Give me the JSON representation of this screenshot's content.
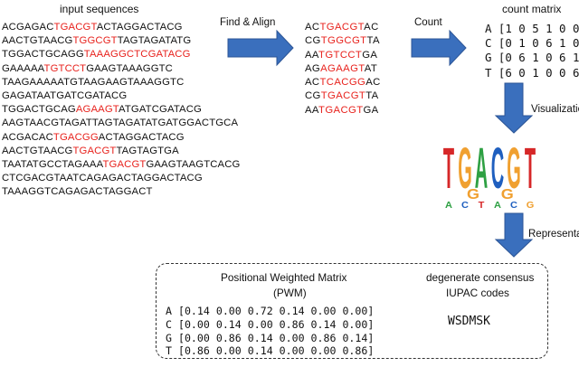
{
  "titles": {
    "input": "input sequences",
    "count_matrix": "count matrix"
  },
  "arrows": {
    "find_align": "Find & Align",
    "count": "Count",
    "visualization": "Visualization",
    "representation": "Representation"
  },
  "input_sequences": [
    [
      "ACGAGAC",
      "TGACGT",
      "ACTAGGACTACG"
    ],
    [
      "AACTGTAACG",
      "TGGCGT",
      "TAGTAGATATG"
    ],
    [
      "TGGACTGCAGG",
      "TAAAGGCTCGATACG",
      ""
    ],
    [
      "GAAAAA",
      "TGTCCT",
      "GAAGTAAAGGTC"
    ],
    [
      "TAAGAAAAATGTAAGAAGTAAAGGTC",
      "",
      ""
    ],
    [
      "GAGATAATGATCGATACG",
      "",
      ""
    ],
    [
      "TGGACTGCAG",
      "AGAAGT",
      "ATGATCGATACG"
    ],
    [
      "AAGTAACGTAGATTAGTAGATATGATGGACTGCA",
      "",
      ""
    ],
    [
      "ACGACAC",
      "TGACGG",
      "ACTAGGACTACG"
    ],
    [
      "AACTGTAACG",
      "TGACGT",
      "TAGTAGTGA"
    ],
    [
      "TAATATGCCTAGAAA",
      "TGACGT",
      "GAAGTAAGTCACG"
    ],
    [
      "CTCGACGTAATCAGAGACTAGGACTACG",
      "",
      ""
    ],
    [
      "TAAAGGTCAGAGACTAGGACT",
      "",
      ""
    ]
  ],
  "aligned_sequences": [
    [
      "AC",
      "TGACGT",
      "AC"
    ],
    [
      "CG",
      "TGGCGT",
      "TA"
    ],
    [
      "AA",
      "TGTCCT",
      "GA"
    ],
    [
      "AG",
      "AGAAGT",
      "AT"
    ],
    [
      "AC",
      "TCACGG",
      "AC"
    ],
    [
      "CG",
      "TGACGT",
      "TA"
    ],
    [
      "AA",
      "TGACGT",
      "GA"
    ]
  ],
  "count_matrix": {
    "rows": [
      {
        "base": "A",
        "values": "[1 0 5 1 0 0]"
      },
      {
        "base": "C",
        "values": "[0 1 0 6 1 0]"
      },
      {
        "base": "G",
        "values": "[0 6 1 0 6 1]"
      },
      {
        "base": "T",
        "values": "[6 0 1 0 0 6]"
      }
    ]
  },
  "logo": {
    "top_letters": [
      "T",
      "G",
      "A",
      "C",
      "G",
      "T"
    ],
    "secondary_letters": [
      "G",
      "G"
    ],
    "bottom_letters": [
      "A",
      "C",
      "T",
      "A",
      "C",
      "G"
    ],
    "colors": {
      "A": "#2ea043",
      "C": "#1f5fbf",
      "G": "#f0a030",
      "T": "#d62728"
    }
  },
  "representation": {
    "pwm_title": "Positional Weighted Matrix",
    "pwm_subtitle": "(PWM)",
    "consensus_title": "degenerate consensus",
    "consensus_subtitle": "IUPAC codes",
    "consensus_value": "WSDMSK",
    "pwm_rows": [
      {
        "base": "A",
        "values": "[0.14 0.00 0.72 0.14 0.00 0.00]"
      },
      {
        "base": "C",
        "values": "[0.00 0.14 0.00 0.86 0.14 0.00]"
      },
      {
        "base": "G",
        "values": "[0.00 0.86 0.14 0.00 0.86 0.14]"
      },
      {
        "base": "T",
        "values": "[0.86 0.00 0.14 0.00 0.00 0.86]"
      }
    ]
  },
  "colors": {
    "highlight": "#e8231e",
    "arrow": "#3a6fbd"
  }
}
